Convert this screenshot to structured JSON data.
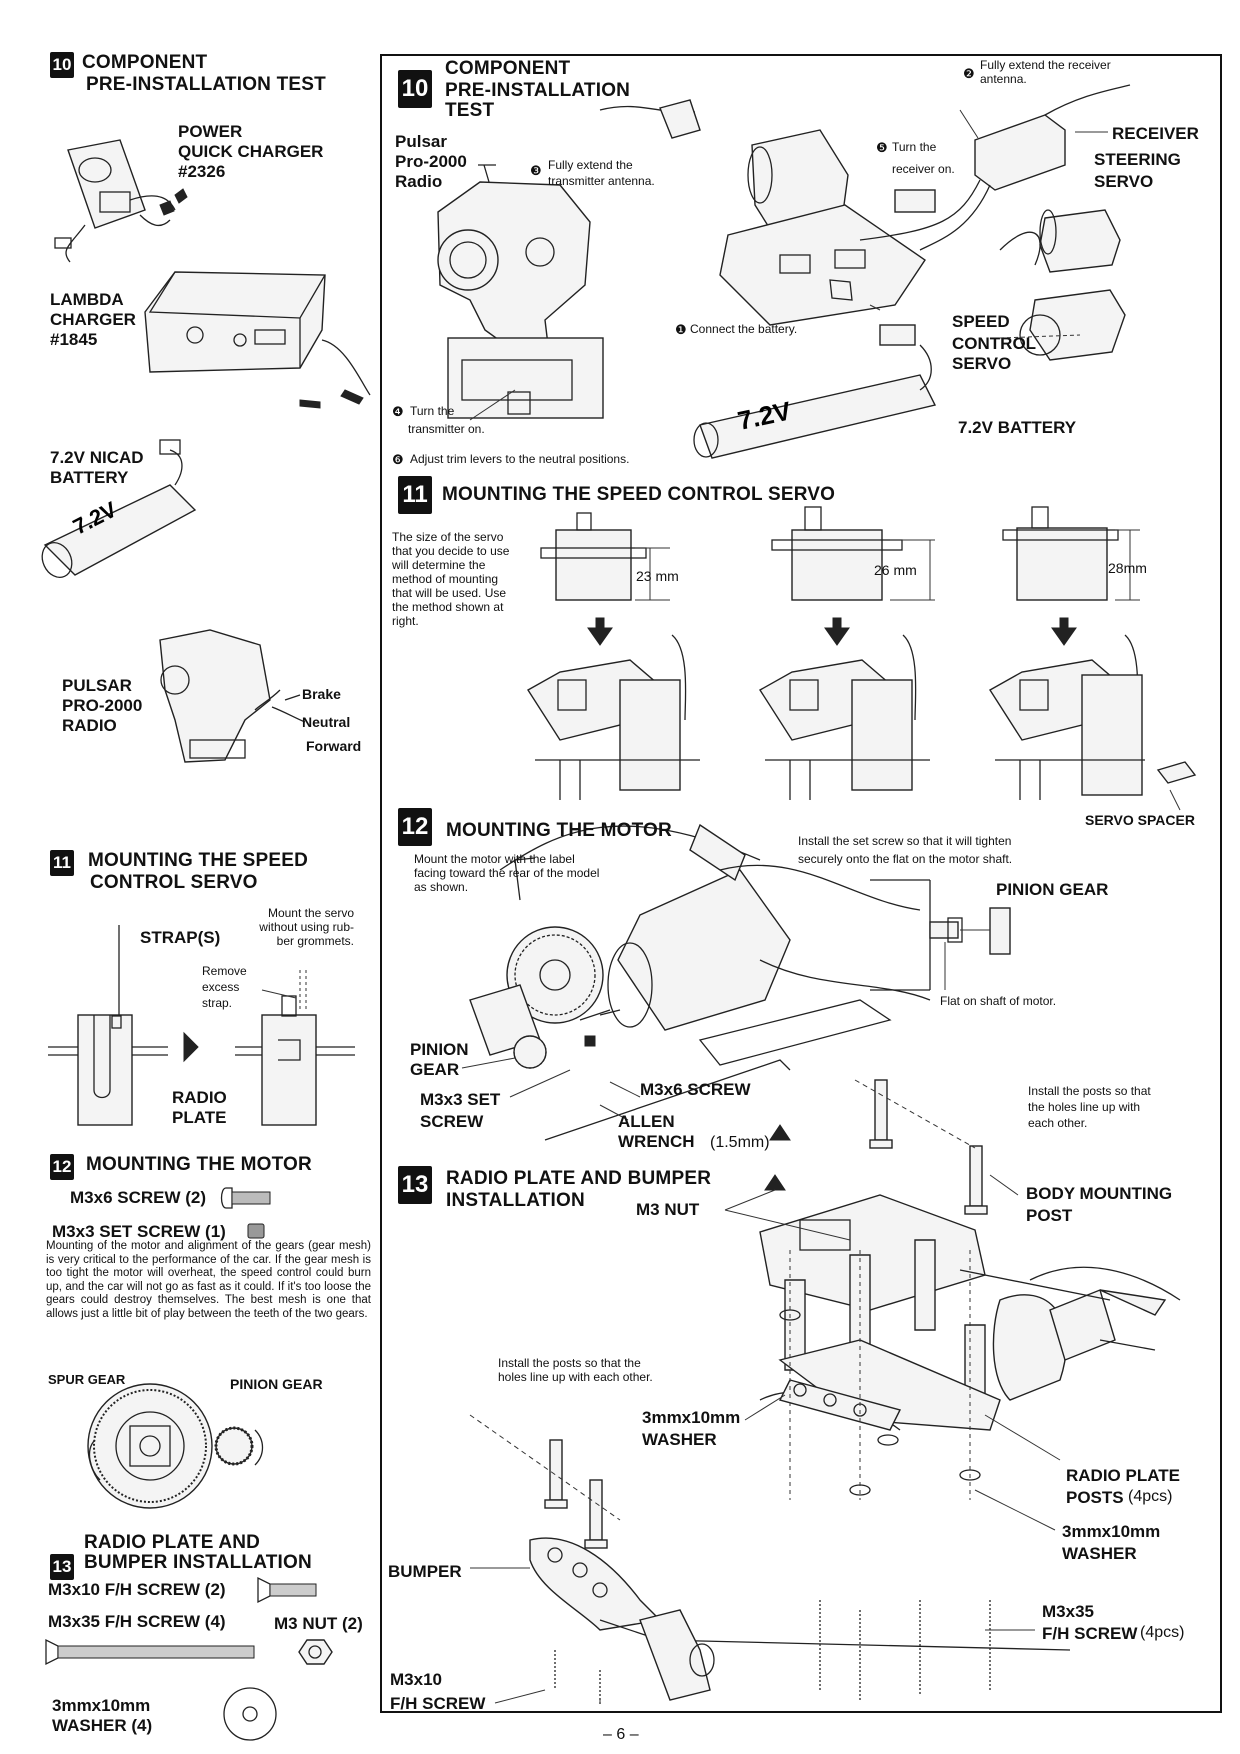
{
  "left": {
    "s10": {
      "num": "10",
      "title1": "COMPONENT",
      "title2": "PRE-INSTALLATION TEST",
      "power_charger": [
        "POWER",
        "QUICK CHARGER",
        "#2326"
      ],
      "lambda_charger": [
        "LAMBDA",
        "CHARGER",
        "#1845"
      ],
      "nicad": [
        "7.2V NICAD",
        "BATTERY"
      ],
      "radio": [
        "PULSAR",
        "PRO-2000",
        "RADIO"
      ],
      "trigger": [
        "Brake",
        "Neutral",
        "Forward"
      ]
    },
    "s11": {
      "num": "11",
      "title1": "MOUNTING THE SPEED",
      "title2": "CONTROL SERVO",
      "straps": "STRAP(S)",
      "mount_note": [
        "Mount the servo",
        "without using rub-",
        "ber grommets."
      ],
      "remove": [
        "Remove",
        "excess",
        "strap."
      ],
      "radio_plate": [
        "RADIO",
        "PLATE"
      ]
    },
    "s12": {
      "num": "12",
      "title": "MOUNTING THE MOTOR",
      "screw1": "M3x6 SCREW (2)",
      "screw2": "M3x3 SET SCREW (1)",
      "body": "Mounting of the motor and alignment of the gears (gear mesh) is very critical to the performance of the car. If the gear mesh is too tight the motor will overheat, the speed control could burn up, and the car will not go as fast as it could. If it's too loose the gears could destroy themselves. The best mesh is one that allows just a little bit of play between the teeth of the two gears.",
      "spur": "SPUR GEAR",
      "pinion": "PINION GEAR"
    },
    "s13": {
      "num": "13",
      "title1": "RADIO PLATE AND",
      "title2": "BUMPER INSTALLATION",
      "p1": "M3x10 F/H SCREW (2)",
      "p2": "M3x35 F/H SCREW (4)",
      "p3": "M3 NUT (2)",
      "p4a": "3mmx10mm",
      "p4b": "WASHER (4)"
    }
  },
  "right": {
    "s10": {
      "num": "10",
      "title": [
        "COMPONENT",
        "PRE-INSTALLATION",
        "TEST"
      ],
      "radio": [
        "Pulsar",
        "Pro-2000",
        "Radio"
      ],
      "step2": [
        "Fully extend the receiver",
        "antenna."
      ],
      "receiver": "RECEIVER",
      "steering": [
        "STEERING",
        "SERVO"
      ],
      "step5": [
        "Turn the",
        "receiver on."
      ],
      "step3": [
        "Fully extend the",
        "transmitter antenna."
      ],
      "step1": "Connect the battery.",
      "speed": [
        "SPEED",
        "CONTROL",
        "SERVO"
      ],
      "step4": [
        "Turn the",
        "transmitter on."
      ],
      "battery": "7.2V BATTERY",
      "step6": "Adjust trim levers to the neutral positions.",
      "bullets": [
        "❷",
        "❺",
        "❸",
        "❶",
        "❹",
        "❻"
      ]
    },
    "s11": {
      "num": "11",
      "title": "MOUNTING THE SPEED CONTROL SERVO",
      "note": [
        "The size of the servo",
        "that you decide to use",
        "will determine the",
        "method of mounting",
        "that will be used. Use",
        "the method shown at",
        "right."
      ],
      "dims": [
        "23 mm",
        "26 mm",
        "28mm"
      ],
      "spacer": "SERVO SPACER"
    },
    "s12": {
      "num": "12",
      "title": "MOUNTING THE MOTOR",
      "note": [
        "Mount the motor with the label",
        "facing toward the rear of the model",
        "as shown."
      ],
      "setnote": [
        "Install the set screw so that it will tighten",
        "securely onto the flat on the motor shaft."
      ],
      "pinion_gear": "PINION GEAR",
      "flat": "Flat on shaft of motor.",
      "pinion": [
        "PINION",
        "GEAR"
      ],
      "setscrew": [
        "M3x3 SET",
        "SCREW"
      ],
      "m3x6": "M3x6 SCREW",
      "allen": [
        "ALLEN",
        "WRENCH"
      ],
      "allen_size": "(1.5mm)"
    },
    "s13": {
      "num": "13",
      "title": [
        "RADIO PLATE AND BUMPER",
        "INSTALLATION"
      ],
      "nut": "M3 NUT",
      "posts_note": [
        "Install the posts so that",
        "the holes line up with",
        "each other."
      ],
      "body_post": [
        "BODY MOUNTING",
        "POST"
      ],
      "posts_note2": [
        "Install the posts so that the",
        "holes line up with each other."
      ],
      "washer": [
        "3mmx10mm",
        "WASHER"
      ],
      "rp_posts": "RADIO PLATE",
      "rp_posts2": "POSTS",
      "rp_qty": "(4pcs)",
      "washer2": [
        "3mmx10mm",
        "WASHER"
      ],
      "bumper": "BUMPER",
      "m3x35": "M3x35",
      "fh": "F/H SCREW",
      "fh_qty": "(4pcs)",
      "m3x10": [
        "M3x10",
        "F/H SCREW"
      ]
    }
  },
  "page_number": "– 6 –"
}
